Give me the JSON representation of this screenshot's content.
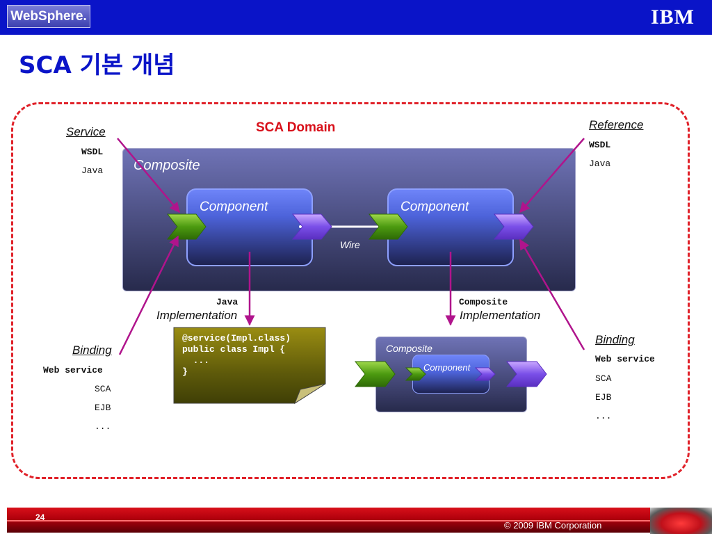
{
  "header": {
    "logo_left": "WebSphere.",
    "logo_right": "IBM"
  },
  "slide": {
    "title": "SCA 기본 개념"
  },
  "diagram": {
    "domain_title": "SCA Domain",
    "service": {
      "label": "Service",
      "items": [
        "WSDL",
        "Java"
      ]
    },
    "reference": {
      "label": "Reference",
      "items": [
        "WSDL",
        "Java"
      ]
    },
    "composite_label": "Composite",
    "component_left": "Component",
    "component_right": "Component",
    "wire_label": "Wire",
    "java_impl": {
      "kind": "Java",
      "label": "Implementation"
    },
    "composite_impl": {
      "kind": "Composite",
      "label": "Implementation"
    },
    "code_lines": "@service(Impl.class)\npublic class Impl {\n  ...\n}",
    "inner_composite_label": "Composite",
    "inner_component_label": "Component",
    "binding_left": {
      "label": "Binding",
      "items": [
        "Web service",
        "SCA",
        "EJB",
        "..."
      ]
    },
    "binding_right": {
      "label": "Binding",
      "items": [
        "Web service",
        "SCA",
        "EJB",
        "..."
      ]
    }
  },
  "footer": {
    "page_number": "24",
    "copyright": "© 2009 IBM Corporation"
  },
  "colors": {
    "header_blue": "#0a14c8",
    "domain_red": "#e0222a",
    "arrow_magenta": "#b0148c",
    "service_green": "#4c9a10",
    "reference_purple": "#7a4fe8"
  }
}
